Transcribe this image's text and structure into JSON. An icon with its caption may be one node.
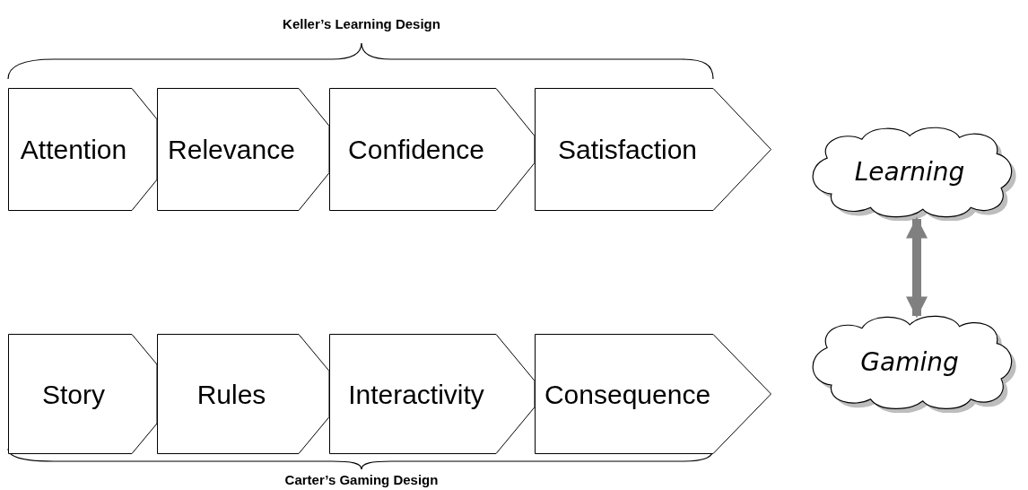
{
  "diagram": {
    "nodes": [
      {
        "text": [
          "Attention"
        ]
      },
      {
        "text": [
          "Relevance"
        ]
      },
      {
        "text": [
          "Confidence"
        ]
      },
      {
        "text": [
          "Satisfaction"
        ]
      },
      {
        "text": [
          "Learning"
        ]
      },
      {
        "text": [
          "Story"
        ]
      },
      {
        "text": [
          "Rules"
        ]
      },
      {
        "text": [
          "Interactivity"
        ]
      },
      {
        "text": [
          "Consequence"
        ]
      },
      {
        "text": [
          "Gaming"
        ]
      }
    ],
    "edges": [
      {
        "from": 4,
        "to": 9,
        "arrow": "both",
        "color": "#808080"
      }
    ],
    "labels": [
      "Keller’s Learning Design",
      "Carter’s Gaming Design"
    ]
  }
}
